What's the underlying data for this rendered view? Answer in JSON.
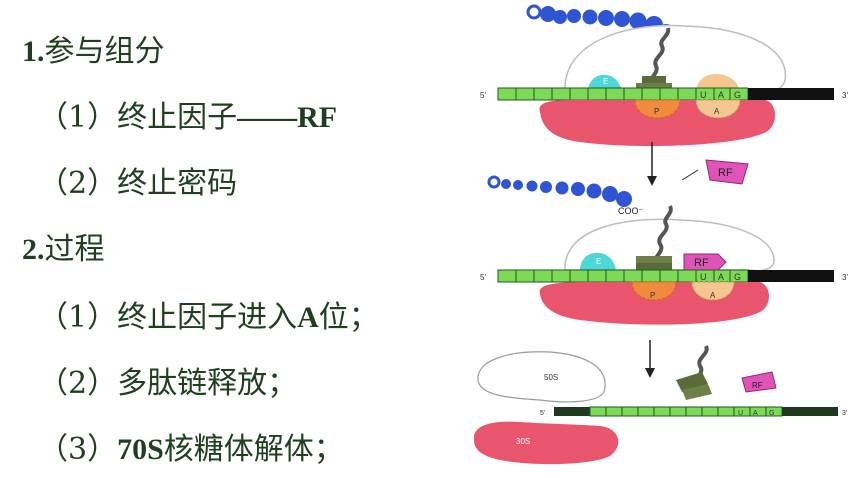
{
  "text": {
    "l1_num": "1.",
    "l1_text": "参与组分",
    "l2_pre": "（1）终止因子",
    "l2_dash": "——",
    "l2_rf": "RF",
    "l3": "（2）终止密码",
    "l4_num": "2.",
    "l4_text": "过程",
    "l5_pre": "（1）终止因子进入",
    "l5_a": "A",
    "l5_post": "位；",
    "l6": "（2）多肽链释放；",
    "l7_pre": "（3）",
    "l7_70s": "70S",
    "l7_post": "核糖体解体；"
  },
  "diagram": {
    "five_prime": "5'",
    "three_prime": "3'",
    "codon_u": "U",
    "codon_a": "A",
    "codon_g": "G",
    "site_e": "E",
    "site_p": "P",
    "site_a": "A",
    "rf": "RF",
    "coo": "COO⁻",
    "large_subunit": "50S",
    "small_subunit": "30S"
  },
  "colors": {
    "text": "#1f3f1f",
    "mrna_green": "#7ed957",
    "ribosome_small": "#e8556d",
    "site_e": "#4fd6d6",
    "site_p": "#f08a3c",
    "site_a": "#f4c690",
    "rf_magenta": "#e054b8",
    "chain_blue": "#2f55d4"
  }
}
